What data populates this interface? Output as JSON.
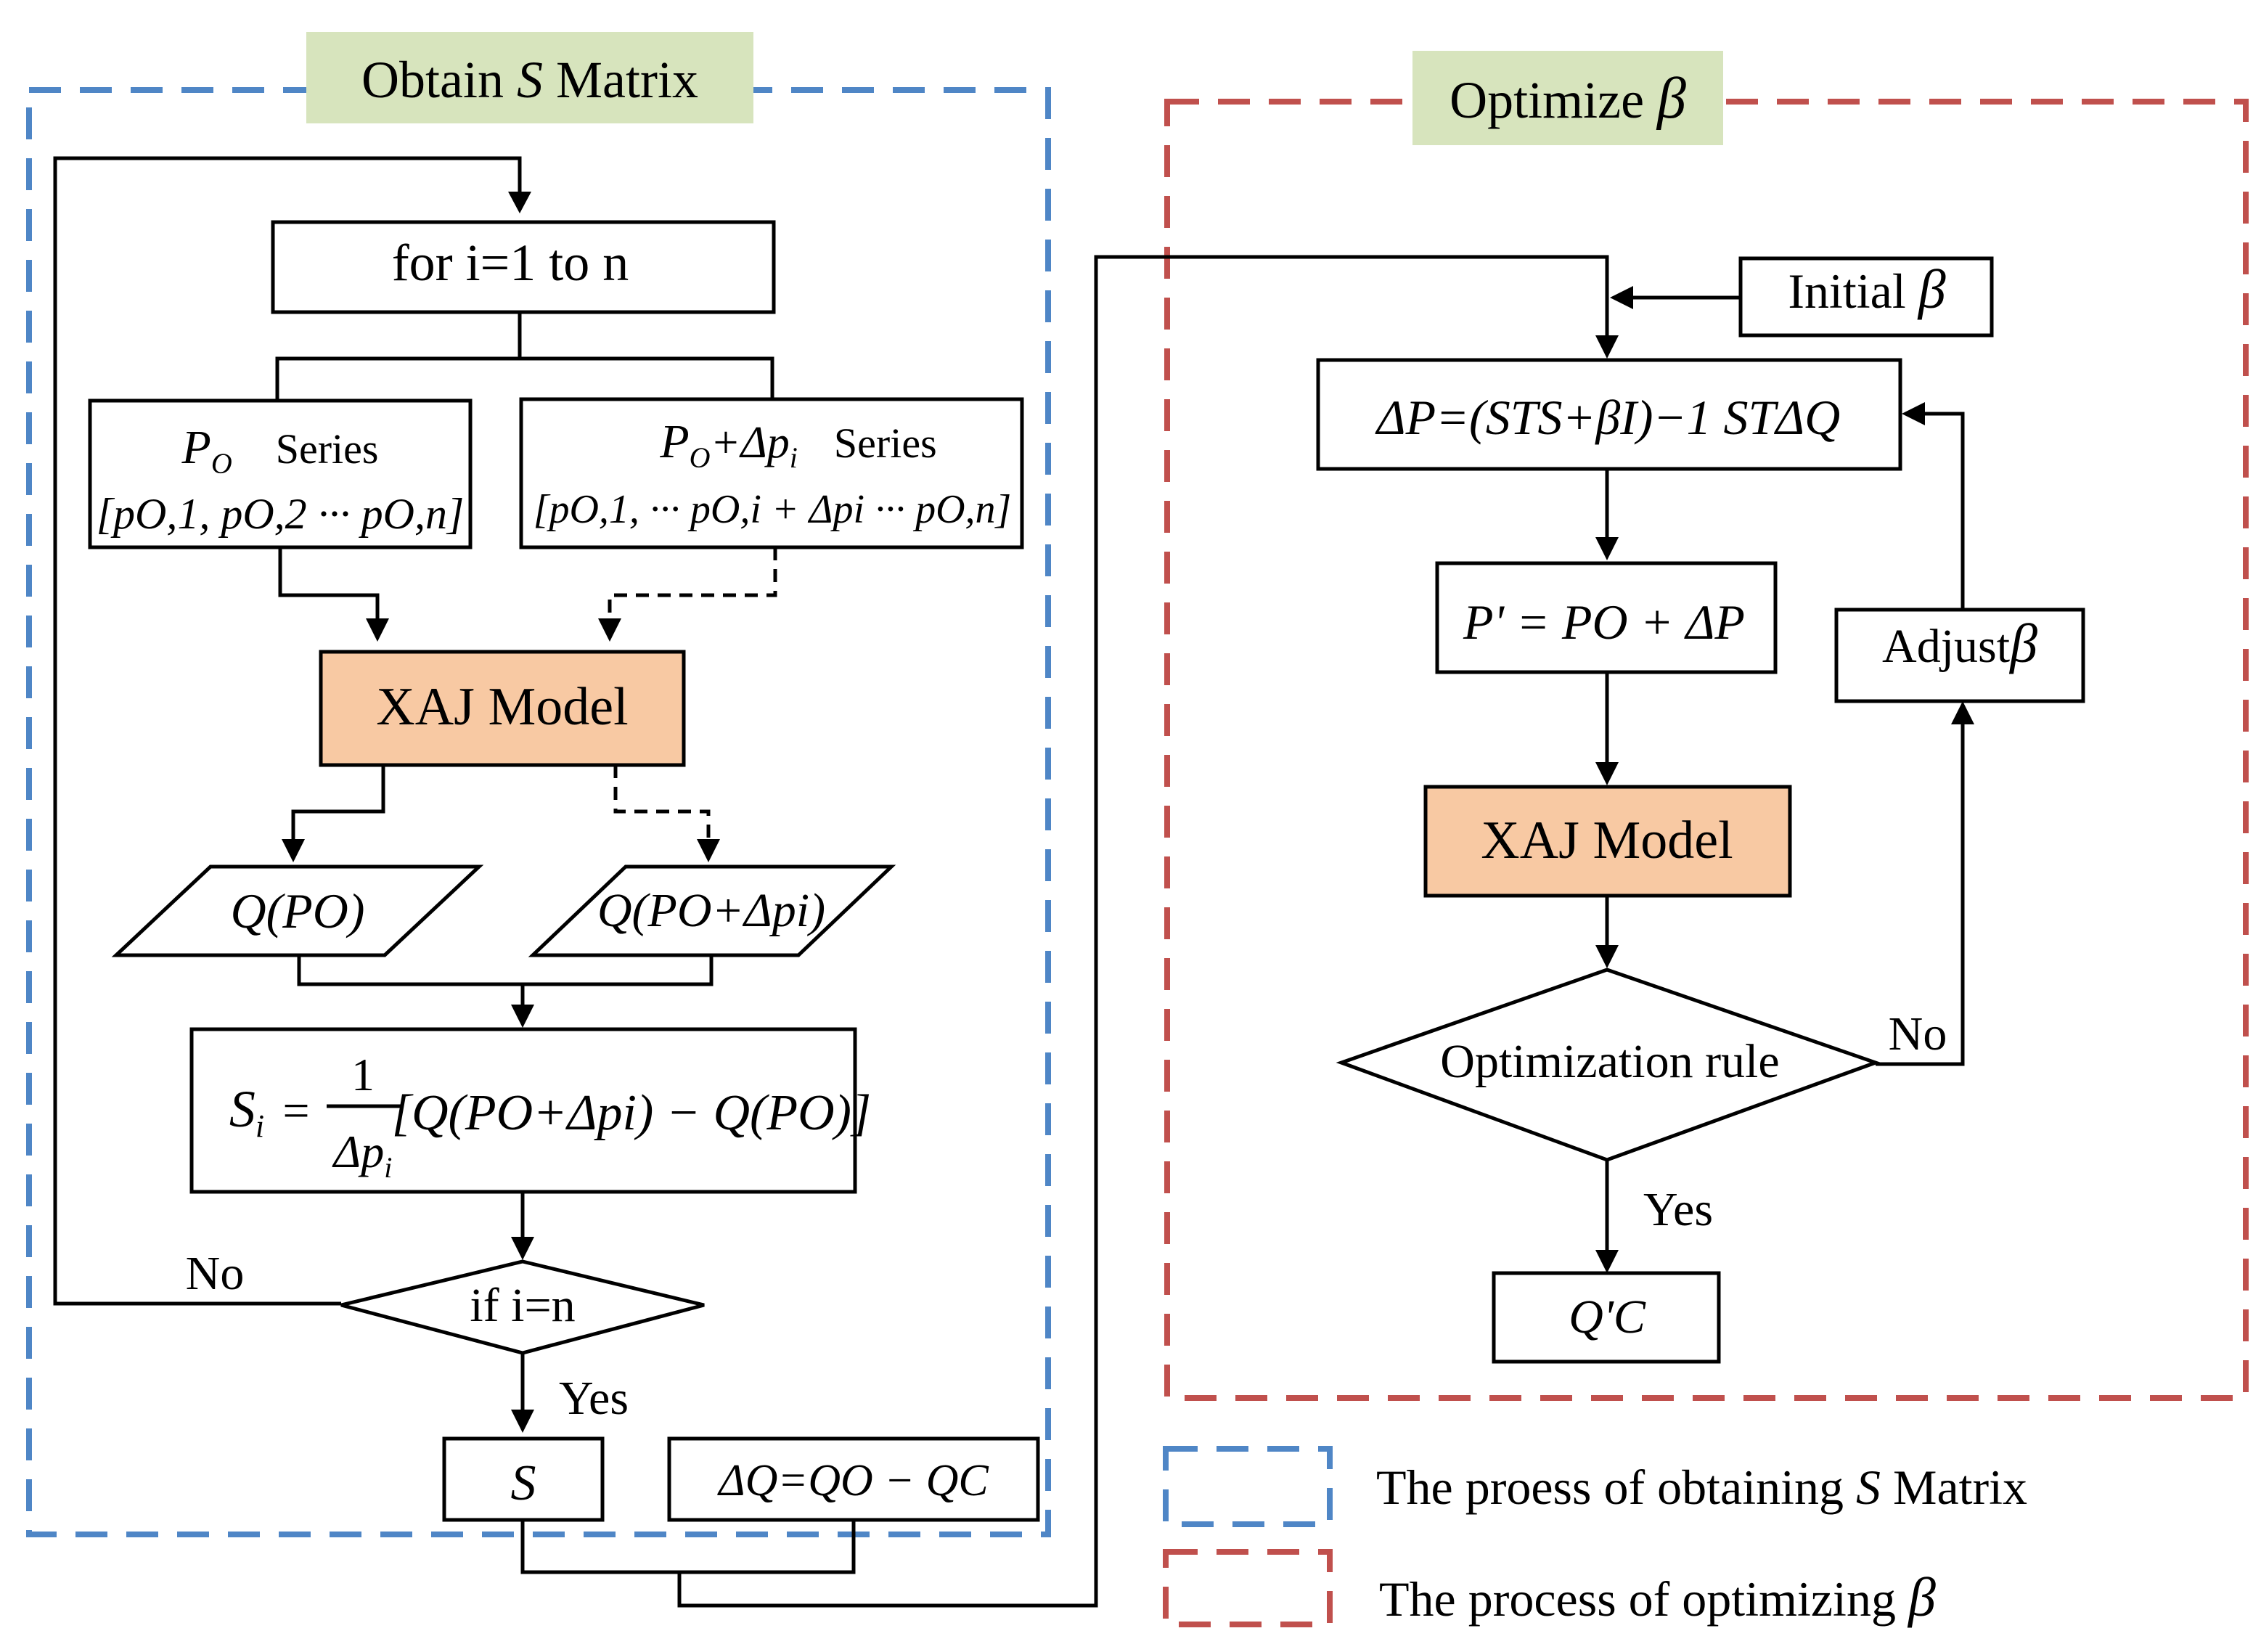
{
  "colors": {
    "blue_frame": "#4f86c6",
    "red_frame": "#c0504d",
    "title_bg": "#d7e4bd",
    "model_fill": "#f8c9a3"
  },
  "left_panel": {
    "title_prefix": "Obtain ",
    "title_var": "S",
    "title_suffix": " Matrix",
    "loop": "for i=1  to  n",
    "series_a": {
      "var": "P",
      "sub": "O",
      "label": "Series",
      "vector": "[pO,1, pO,2 ··· pO,n]"
    },
    "series_b": {
      "prefix": "P",
      "sub": "O",
      "mid": "+Δp",
      "sub2": "i",
      "label": "Series",
      "vector": "[pO,1, ··· pO,i + Δpi ··· pO,n]"
    },
    "model": "XAJ Model",
    "output_a": "Q(PO)",
    "output_b": "Q(PO+Δpi)",
    "formula": {
      "lhs": "S",
      "lhs_sub": "i",
      "eq": "=",
      "num": "1",
      "den": "Δp",
      "den_sub": "i",
      "body": "[Q(PO+Δpi) − Q(PO)]"
    },
    "decision": "if i=n",
    "no_label": "No",
    "yes_label": "Yes",
    "result_s": "S",
    "delta_q": "ΔQ=QO − QC"
  },
  "right_panel": {
    "title_prefix": "Optimize ",
    "title_var": "β",
    "initial_prefix": "Initial ",
    "initial_var": "β",
    "formula": "ΔP=(STS+βI)−1 STΔQ",
    "update": "P' = PO + ΔP",
    "model": "XAJ Model",
    "decision": "Optimization rule",
    "no_label": "No",
    "yes_label": "Yes",
    "adjust_prefix": "Adjust",
    "adjust_var": "β",
    "output": "Q'C"
  },
  "legend": {
    "blue_prefix": "The proess of obtaining ",
    "blue_var": "S",
    "blue_suffix": " Matrix",
    "red_prefix": "The process of  optimizing  ",
    "red_var": "β"
  }
}
